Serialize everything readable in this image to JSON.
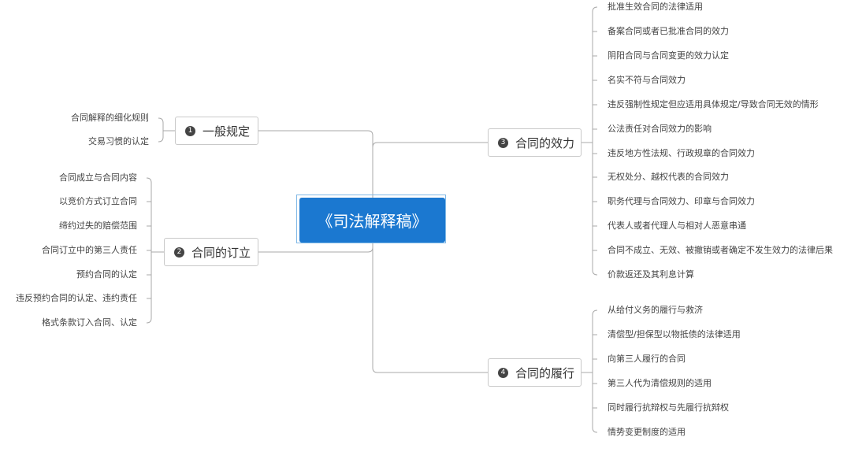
{
  "root": {
    "title": "《司法解释稿》"
  },
  "branches": [
    {
      "number": "1",
      "label": "一般规定",
      "children": [
        "合同解释的细化规则",
        "交易习惯的认定"
      ]
    },
    {
      "number": "2",
      "label": "合同的订立",
      "children": [
        "合同成立与合同内容",
        "以竞价方式订立合同",
        "缔约过失的赔偿范围",
        "合同订立中的第三人责任",
        "预约合同的认定",
        "违反预约合同的认定、违约责任",
        "格式条款订入合同、认定"
      ]
    },
    {
      "number": "3",
      "label": "合同的效力",
      "children": [
        "批准生效合同的法律适用",
        "备案合同或者已批准合同的效力",
        "阴阳合同与合同变更的效力认定",
        "名实不符与合同效力",
        "违反强制性规定但应适用具体规定/导致合同无效的情形",
        "公法责任对合同效力的影响",
        "违反地方性法规、行政规章的合同效力",
        "无权处分、越权代表的合同效力",
        "职务代理与合同效力、印章与合同效力",
        "代表人或者代理人与相对人恶意串通",
        "合同不成立、无效、被撤销或者确定不发生效力的法律后果",
        "价款返还及其利息计算"
      ]
    },
    {
      "number": "4",
      "label": "合同的履行",
      "children": [
        "从给付义务的履行与救济",
        "清偿型/担保型以物抵债的法律适用",
        "向第三人履行的合同",
        "第三人代为清偿规则的适用",
        "同时履行抗辩权与先履行抗辩权",
        "情势变更制度的适用"
      ]
    }
  ],
  "colors": {
    "root_bg": "#1b78d0",
    "line": "#a8a8a8",
    "badge": "#444444"
  }
}
